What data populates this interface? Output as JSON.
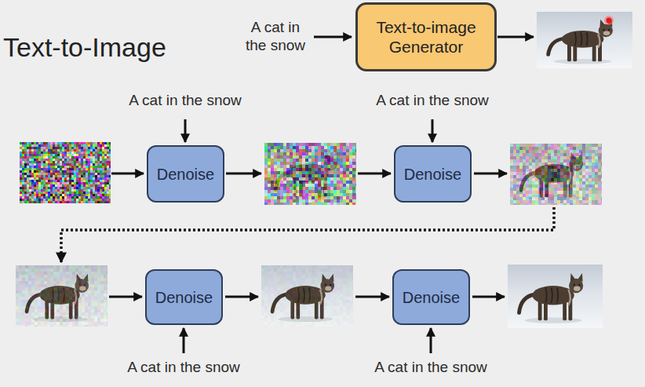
{
  "diagram": {
    "title": "Text-to-Image",
    "nodes": [
      {
        "text": [
          "Text-to-image Generator"
        ]
      },
      {
        "text": [
          "Denoise"
        ]
      },
      {
        "text": [
          "Denoise"
        ]
      },
      {
        "text": [
          "Denoise"
        ]
      },
      {
        "text": [
          "Denoise"
        ]
      }
    ],
    "labels": [
      "A cat in the snow",
      "A cat in the snow",
      "A cat in the snow",
      "A cat in the snow",
      "A cat in the snow"
    ]
  }
}
